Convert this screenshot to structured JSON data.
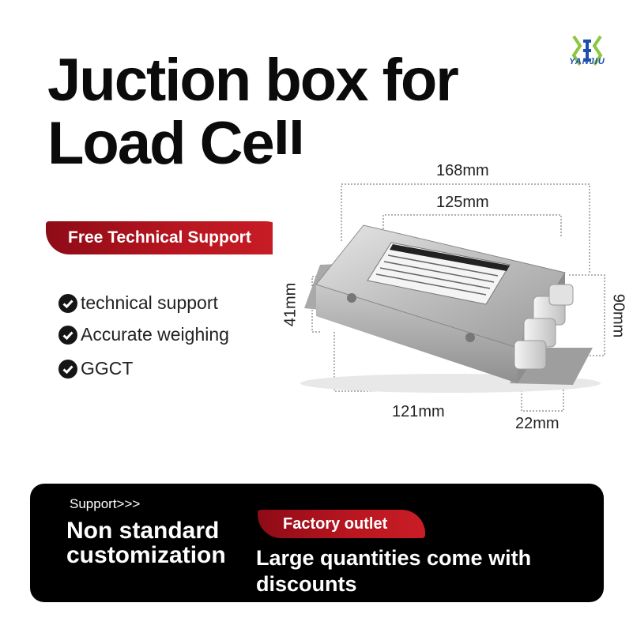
{
  "brand": {
    "logo_text": "YANJIU",
    "logo_color": "#1e4fb0",
    "logo_accent": "#8cc63f"
  },
  "title": "Juction box for\nLoad Cell",
  "support_pill": "Free Technical Support",
  "features": [
    "technical support",
    "Accurate weighing",
    "GGCT"
  ],
  "dimensions": {
    "width_outer": "168mm",
    "width_inner": "125mm",
    "height_side": "41mm",
    "height_right": "90mm",
    "length_bottom": "121mm",
    "depth": "22mm"
  },
  "banner": {
    "support_label": "Support>>>",
    "custom_text": "Non standard\ncustomization",
    "factory_pill": "Factory outlet",
    "discount_text": "Large quantities come with discounts"
  },
  "colors": {
    "accent_red": "#b81620",
    "banner_bg": "#000000"
  }
}
